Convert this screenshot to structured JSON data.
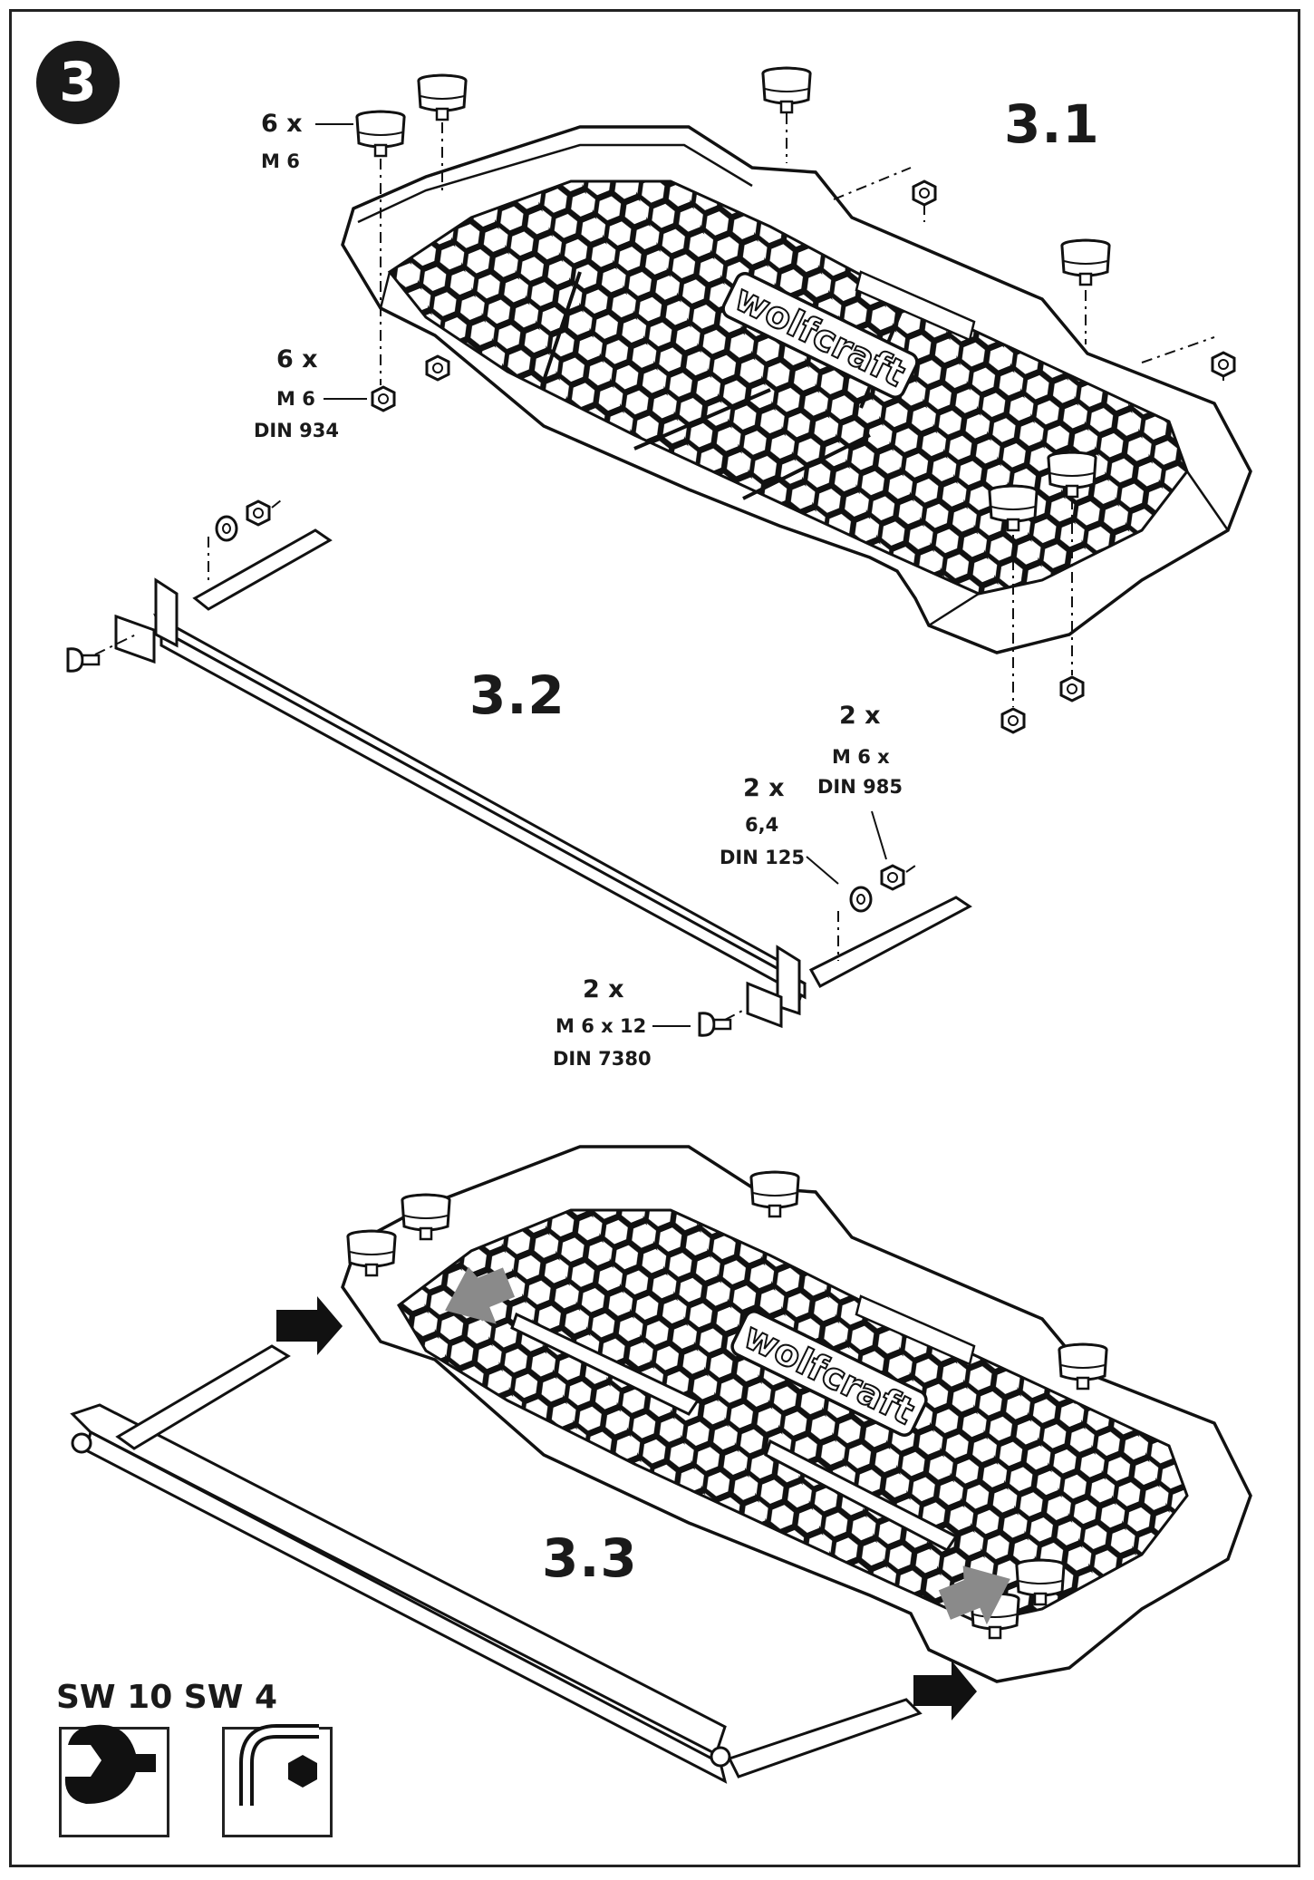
{
  "step": {
    "number": "3"
  },
  "substeps": {
    "s1": "3.1",
    "s2": "3.2",
    "s3": "3.3"
  },
  "callouts": {
    "knob_qty": "6 x",
    "knob_size": "M 6",
    "nut_qty": "6 x",
    "nut_size": "M 6",
    "nut_din": "DIN 934",
    "locknut_qty": "2 x",
    "locknut_size": "M 6 x",
    "locknut_din": "DIN 985",
    "washer_qty": "2 x",
    "washer_size": "6,4",
    "washer_din": "DIN 125",
    "screw_qty": "2 x",
    "screw_size": "M 6 x 12",
    "screw_din": "DIN 7380"
  },
  "plate": {
    "brand": "wolfcraft"
  },
  "tools": {
    "header": "SW 10 SW 4",
    "items": [
      "wrench-icon",
      "hex-key-icon"
    ]
  },
  "colors": {
    "line": "#1a1a1a",
    "arrow_gray": "#8a8a8a",
    "arrow_black": "#111111"
  }
}
